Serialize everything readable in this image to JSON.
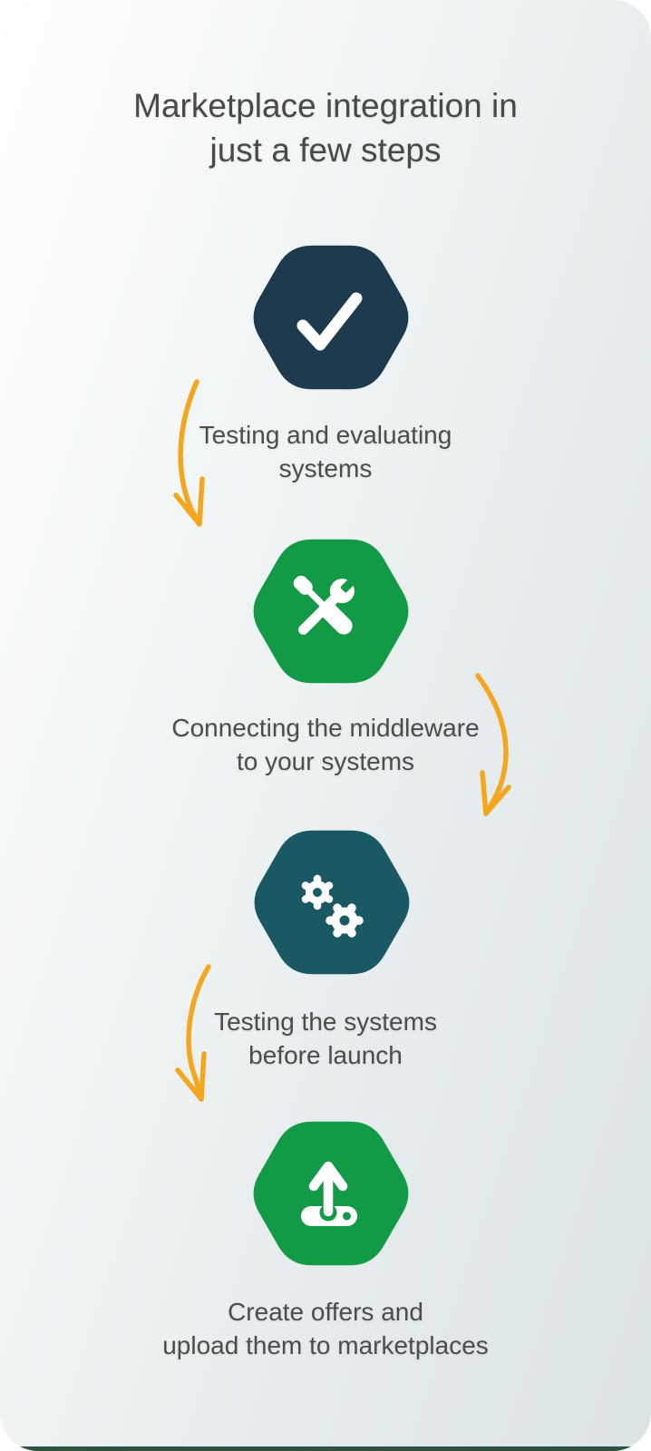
{
  "title": {
    "line1": "Marketplace integration in",
    "line2": "just a few steps"
  },
  "steps": [
    {
      "icon": "check-icon",
      "hex_color": "#1E3A4E",
      "caption_line1": "Testing and evaluating",
      "caption_line2": "systems"
    },
    {
      "icon": "tools-icon",
      "hex_color": "#129A47",
      "caption_line1": "Connecting the middleware",
      "caption_line2": "to your systems"
    },
    {
      "icon": "gears-icon",
      "hex_color": "#1A5963",
      "caption_line1": "Testing the systems",
      "caption_line2": "before launch"
    },
    {
      "icon": "upload-icon",
      "hex_color": "#129A47",
      "caption_line1": "Create offers and",
      "caption_line2": "upload them to marketplaces"
    }
  ],
  "colors": {
    "accent_orange": "#F4A61E",
    "icon_white": "#FFFFFF",
    "title_gray": "#47494B",
    "caption_gray": "#4B4D4F",
    "footer_strip_green": "#2E5140"
  }
}
